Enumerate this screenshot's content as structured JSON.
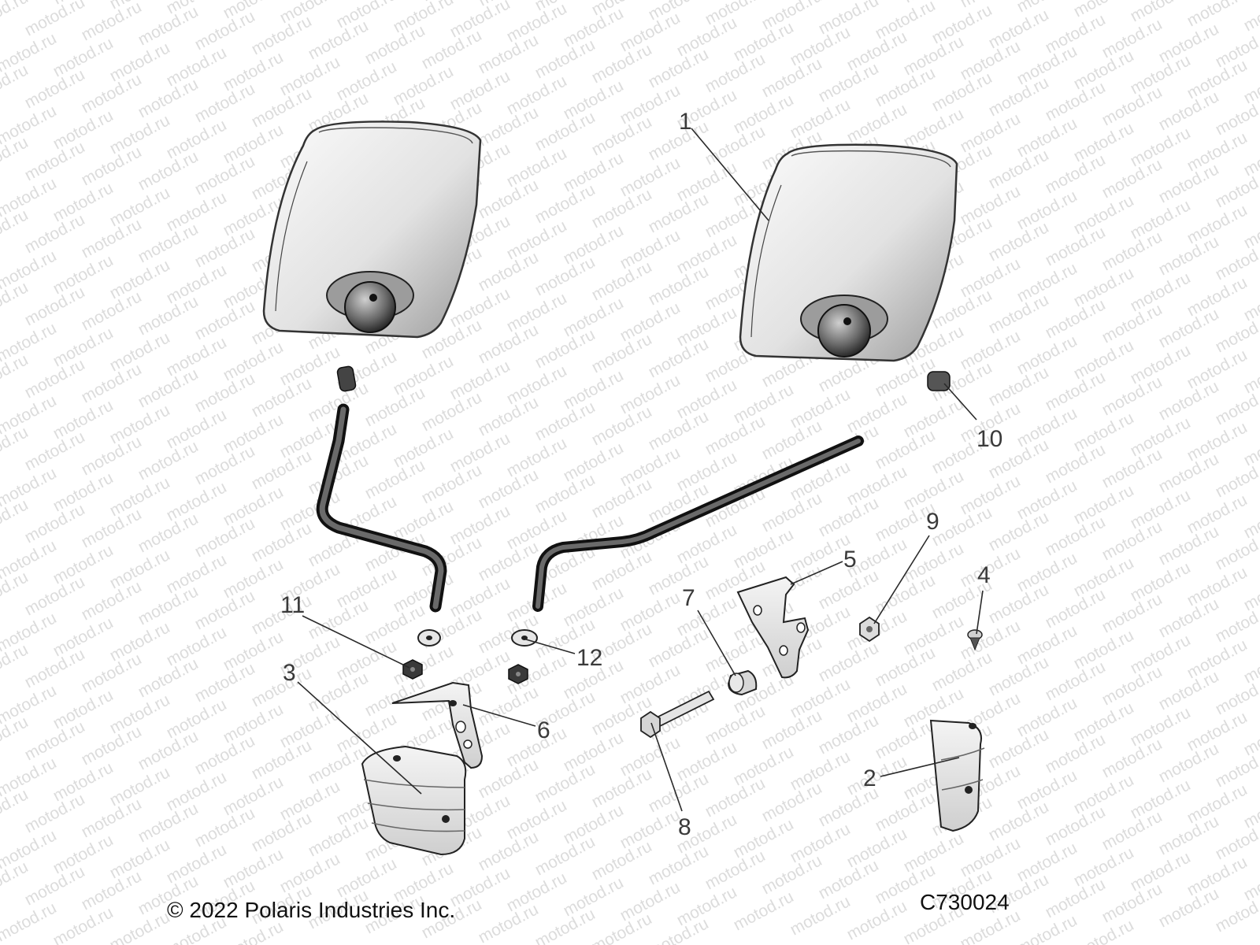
{
  "watermark": "motod.ru",
  "footer": {
    "copyright": "© 2022 Polaris Industries Inc.",
    "drawing_code": "C730024"
  },
  "callouts": [
    "1",
    "2",
    "3",
    "4",
    "5",
    "6",
    "7",
    "8",
    "9",
    "10",
    "11",
    "12"
  ]
}
